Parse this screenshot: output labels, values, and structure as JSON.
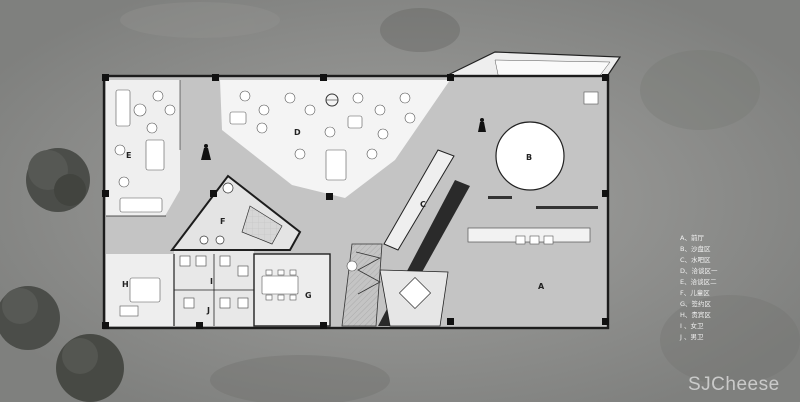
{
  "zones": {
    "a": "A",
    "b": "B",
    "c": "C",
    "d": "D",
    "e": "E",
    "f": "F",
    "g": "G",
    "h": "H",
    "i": "I",
    "j": "J"
  },
  "legend": [
    "A、前厅",
    "B、沙盘区",
    "C、水吧区",
    "D、洽谈区一",
    "E、洽谈区二",
    "F、儿童区",
    "G、签约区",
    "H、贵宾区",
    "I 、女卫",
    "J 、男卫"
  ],
  "watermark": "SJCheese",
  "colors": {
    "background": "#8e8e8c",
    "floor": "#c4c4c4",
    "wall": "#1c1c1c",
    "furniture": "#f4f4f4",
    "tree": "#4a4c48"
  }
}
